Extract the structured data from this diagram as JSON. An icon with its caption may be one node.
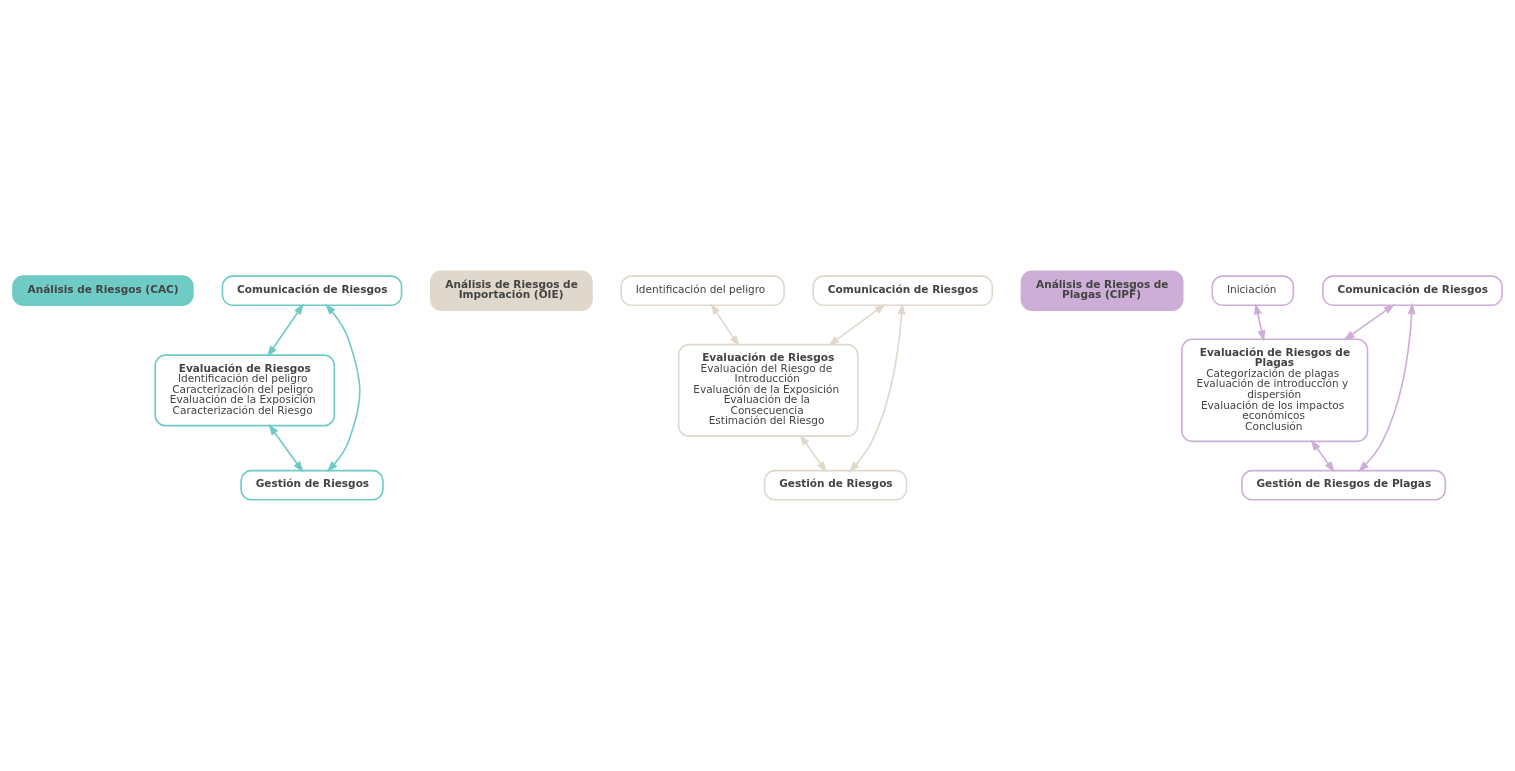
{
  "diagram": {
    "nodes": [
      {
        "text": [
          "Análisis de Riesgos (CAC)"
        ]
      },
      {
        "text": [
          "Comunicación de Riesgos"
        ]
      },
      {
        "text": [
          "Evaluación de Riesgos",
          "Identificación del peligro",
          "Caracterización del peligro",
          "Evaluación de la Exposición",
          "Caracterización del Riesgo"
        ]
      },
      {
        "text": [
          "Gestión de Riesgos"
        ]
      },
      {
        "text": [
          "Análisis de Riesgos de Importación (OIE)"
        ]
      },
      {
        "text": [
          "Comunicación de Riesgos"
        ]
      },
      {
        "text": [
          "Identificación del peligro"
        ]
      },
      {
        "text": [
          "Evaluación de Riesgos",
          "Evaluación del Riesgo de Introducción",
          "Evaluación de la Exposición",
          "Evaluación de la Consecuencia",
          "Estimación del Riesgo"
        ]
      },
      {
        "text": [
          "Gestión de Riesgos"
        ]
      },
      {
        "text": [
          "Análisis de Riesgos de Plagas (CIPF)"
        ]
      },
      {
        "text": [
          "Comunicación de Riesgos"
        ]
      },
      {
        "text": [
          "Iniciación"
        ]
      },
      {
        "text": [
          "Evaluación de Riesgos de Plagas",
          "Categorización de plagas",
          "Evaluación de introducción y dispersión",
          "Evaluación de los impactos económicos",
          "Conclusión"
        ]
      },
      {
        "text": [
          "Gestión de Riesgos de Plagas"
        ]
      }
    ],
    "edges": [
      {
        "from": 1,
        "to": 2,
        "arrow": "both",
        "color": "#6ecbc5"
      },
      {
        "from": 1,
        "to": 3,
        "arrow": "both",
        "color": "#6ecbc5"
      },
      {
        "from": 2,
        "to": 3,
        "arrow": "both",
        "color": "#6ecbc5"
      },
      {
        "from": 5,
        "to": 7,
        "arrow": "both",
        "color": "#e0d8cc"
      },
      {
        "from": 5,
        "to": 8,
        "arrow": "both",
        "color": "#e0d8cc"
      },
      {
        "from": 6,
        "to": 7,
        "arrow": "both",
        "color": "#e0d8cc"
      },
      {
        "from": 7,
        "to": 8,
        "arrow": "both",
        "color": "#e0d8cc"
      },
      {
        "from": 10,
        "to": 12,
        "arrow": "both",
        "color": "#cdaed6"
      },
      {
        "from": 10,
        "to": 13,
        "arrow": "both",
        "color": "#cdaed6"
      },
      {
        "from": 11,
        "to": 12,
        "arrow": "both",
        "color": "#cdaed6"
      },
      {
        "from": 12,
        "to": 13,
        "arrow": "both",
        "color": "#cdaed6"
      }
    ]
  }
}
